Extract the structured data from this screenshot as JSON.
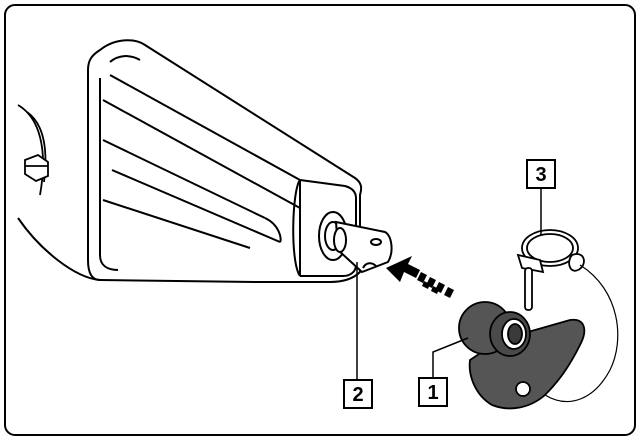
{
  "callouts": [
    {
      "id": "callout-1",
      "text": "1"
    },
    {
      "id": "callout-2",
      "text": "2"
    },
    {
      "id": "callout-3",
      "text": "3"
    }
  ],
  "colors": {
    "outline": "#000000",
    "background": "#ffffff",
    "cap_fill": "#555555",
    "cap_dark": "#3a3a3a"
  },
  "icons": {
    "insertion_arrow": "dashed-arrow-left-up",
    "hitch_body": "tapered-drawbar-housing",
    "shaft": "pto-shaft-with-pin-hole",
    "cap": "protective-cap-with-tab",
    "pin": "linch-pin-with-ring"
  }
}
